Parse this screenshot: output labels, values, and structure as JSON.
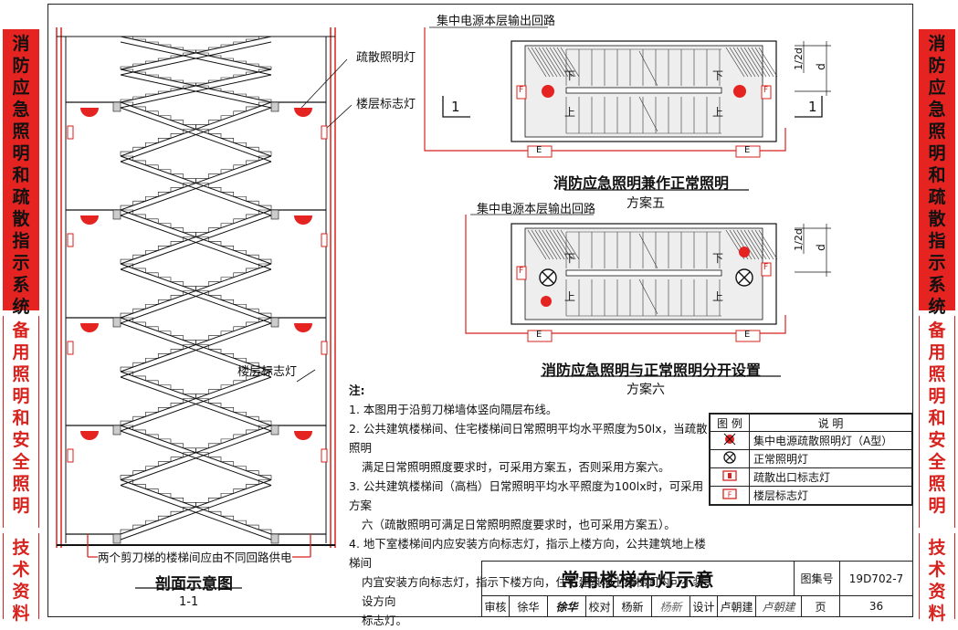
{
  "side_left": {
    "sections": [
      {
        "text": "消防应急照明和疏散指示系统",
        "style": "red"
      },
      {
        "text": "备用照明和安全照明",
        "style": "white"
      },
      {
        "text": "技术资料",
        "style": "white"
      }
    ]
  },
  "side_right": {
    "sections": [
      {
        "text": "消防应急照明和疏散指示系统",
        "style": "red"
      },
      {
        "text": "备用照明和安全照明",
        "style": "white"
      },
      {
        "text": "技术资料",
        "style": "white"
      }
    ]
  },
  "section_view": {
    "label_evac_light": "疏散照明灯",
    "label_floor_sign": "楼层标志灯",
    "label_floor_sign_2": "楼层标志灯",
    "bottom_note": "两个剪刀梯的楼梯间应由不同回路供电",
    "caption": "剖面示意图",
    "caption_sub": "1-1"
  },
  "plan5": {
    "circuit_label": "集中电源本层输出回路",
    "title": "消防应急照明兼作正常照明",
    "scheme": "方案五",
    "section_mark": "1",
    "dim_d": "d",
    "dim_half": "1/2d",
    "exit_letter": "E",
    "floor_letter": "F",
    "up": "上",
    "down": "下"
  },
  "plan6": {
    "circuit_label": "集中电源本层输出回路",
    "title": "消防应急照明与正常照明分开设置",
    "scheme": "方案六",
    "dim_d": "d",
    "dim_half": "1/2d",
    "exit_letter": "E",
    "floor_letter": "F",
    "up": "上",
    "down": "下"
  },
  "notes": {
    "heading": "注:",
    "items": [
      "1. 本图用于沿剪刀梯墙体竖向隔层布线。",
      "2. 公共建筑楼梯间、住宅楼梯间日常照明平均水平照度为50lx，当疏散照明",
      "满足日常照明照度要求时，可采用方案五，否则采用方案六。",
      "3. 公共建筑楼梯间（高档）日常照明平均水平照度为100lx时，可采用方案",
      "六（疏散照明可满足日常照明照度要求时，也可采用方案五）。",
      "4. 地下室楼梯间内应安装方向标志灯，指示上楼方向，公共建筑地上楼梯间",
      "内宜安装方向标志灯，指示下楼方向，住宅建筑地上楼梯间内可不装设方向",
      "标志灯。"
    ]
  },
  "legend": {
    "col_symbol": "图  例",
    "col_desc": "说  明",
    "rows": [
      {
        "icon": "central-power-evac-light-icon",
        "desc": "集中电源疏散照明灯（A型）"
      },
      {
        "icon": "normal-light-icon",
        "desc": "正常照明灯"
      },
      {
        "icon": "exit-sign-icon",
        "desc": "疏散出口标志灯"
      },
      {
        "icon": "floor-sign-icon",
        "desc": "楼层标志灯"
      }
    ]
  },
  "titleblock": {
    "title": "常用楼梯布灯示意",
    "atlas_label": "图集号",
    "atlas_no": "19D702-7",
    "review_label": "审核",
    "review_name": "徐华",
    "check_label": "校对",
    "check_name": "杨新",
    "design_label": "设计",
    "design_name": "卢朝建",
    "page_label": "页",
    "page_no": "36"
  },
  "colors": {
    "accent_red": "#e52421",
    "line_red": "#d8221e",
    "ink": "#111111"
  }
}
